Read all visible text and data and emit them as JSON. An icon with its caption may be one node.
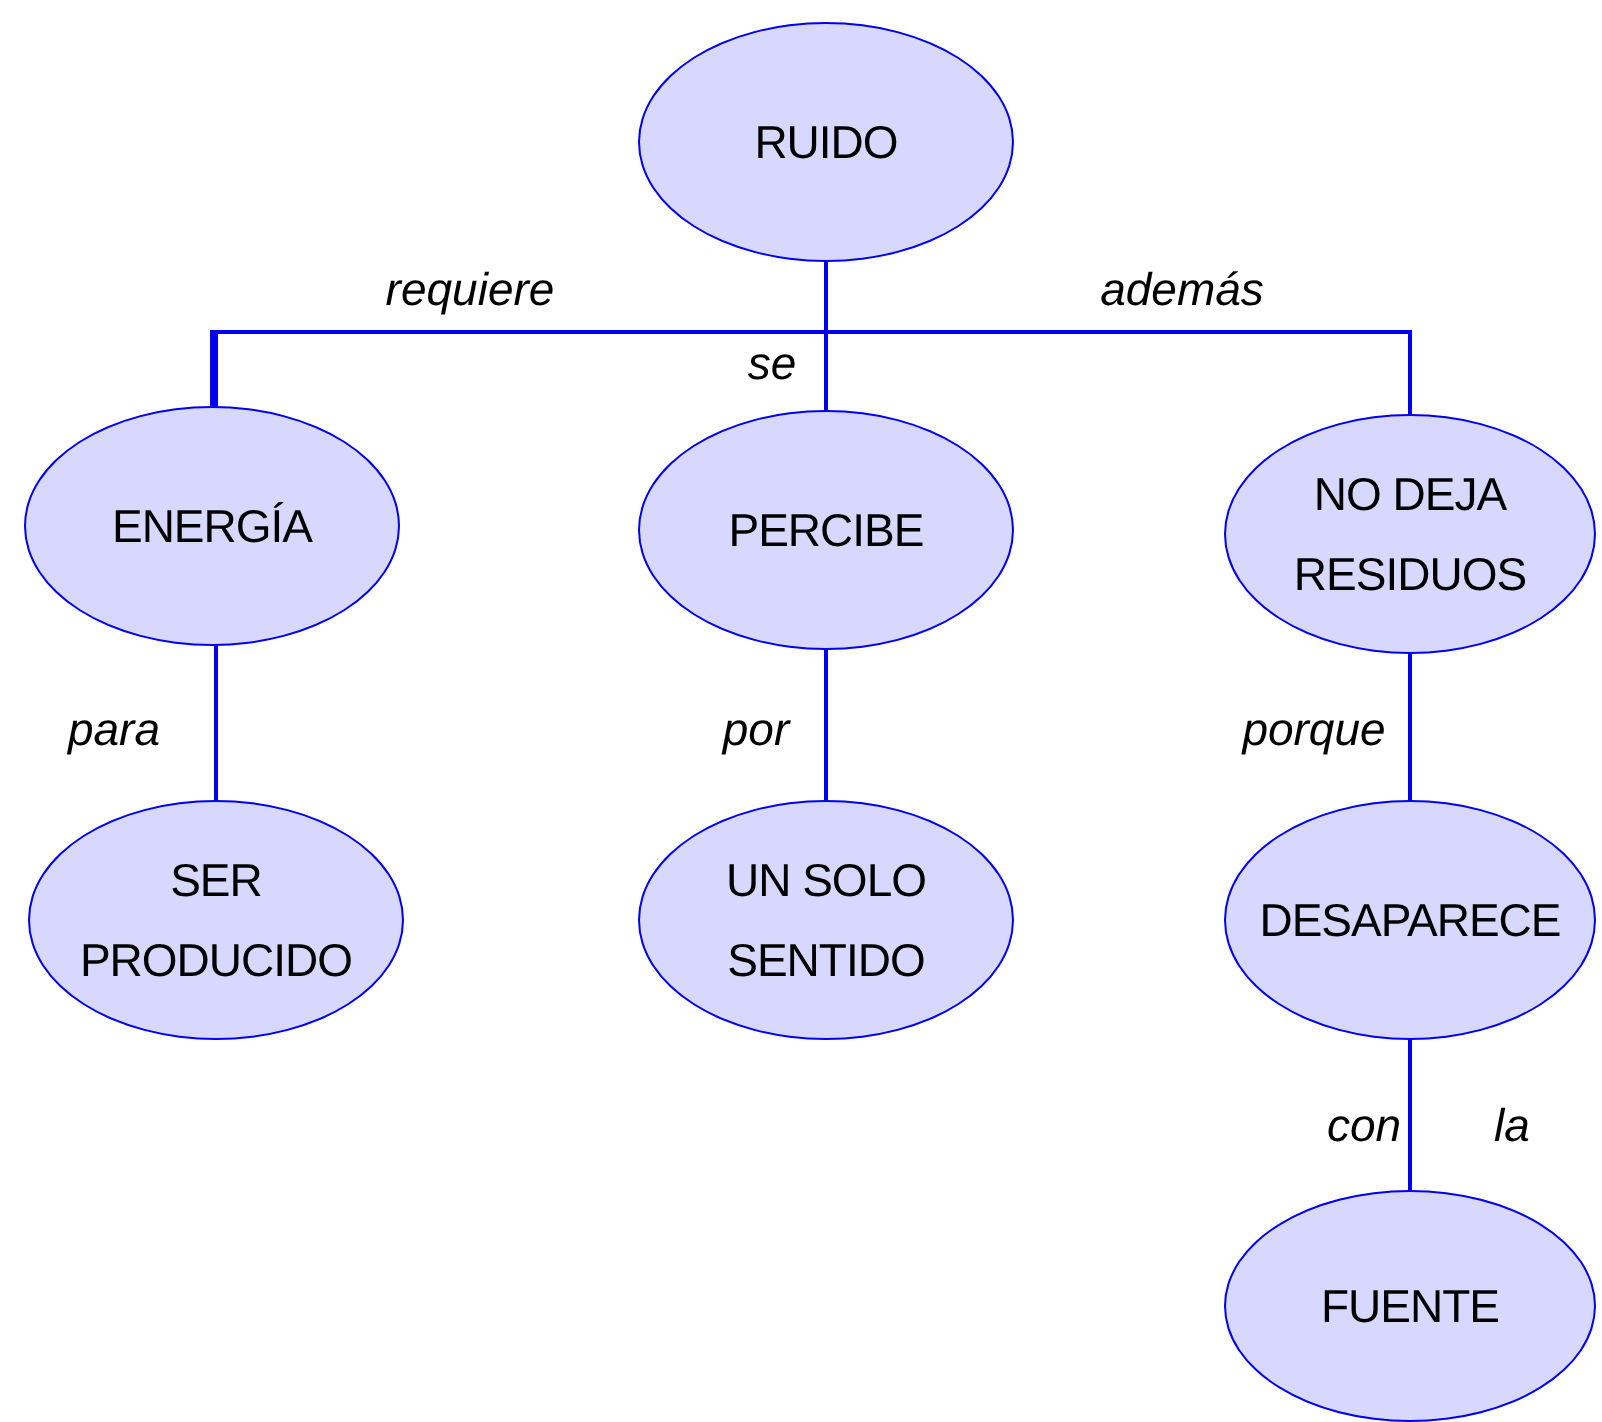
{
  "diagram": {
    "nodes": [
      {
        "text": [
          "RUIDO"
        ]
      },
      {
        "text": [
          "ENERGÍA"
        ]
      },
      {
        "text": [
          "PERCIBE"
        ]
      },
      {
        "text": [
          "NO DEJA RESIDUOS"
        ]
      },
      {
        "text": [
          "SER PRODUCIDO"
        ]
      },
      {
        "text": [
          "UN SOLO SENTIDO"
        ]
      },
      {
        "text": [
          "DESAPARECE"
        ]
      },
      {
        "text": [
          "FUENTE"
        ]
      }
    ],
    "edges": [
      {
        "from": 0,
        "to": 1,
        "arrow": "none",
        "label": "requiere"
      },
      {
        "from": 0,
        "to": 2,
        "arrow": "none",
        "label": "se"
      },
      {
        "from": 0,
        "to": 3,
        "arrow": "none",
        "label": "además"
      },
      {
        "from": 1,
        "to": 4,
        "arrow": "none",
        "label": "para"
      },
      {
        "from": 2,
        "to": 5,
        "arrow": "none",
        "label": "por"
      },
      {
        "from": 3,
        "to": 6,
        "arrow": "none",
        "label": "porque"
      },
      {
        "from": 6,
        "to": 7,
        "arrow": "none",
        "label": "con"
      }
    ],
    "labels": [
      "la"
    ]
  }
}
